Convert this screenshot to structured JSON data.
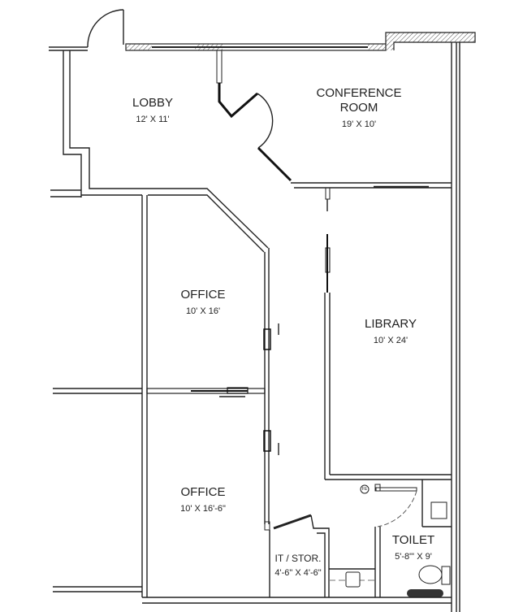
{
  "rooms": [
    {
      "name": "LOBBY",
      "size": "12' X 11'"
    },
    {
      "name": "CONFERENCE\nROOM",
      "size": "19' X 10'"
    },
    {
      "name": "OFFICE",
      "size": "10' X 16'"
    },
    {
      "name": "LIBRARY",
      "size": "10' X 24'"
    },
    {
      "name": "OFFICE",
      "size": "10' X 16'-6\""
    },
    {
      "name": "IT / STOR.",
      "size": "4'-6\" X 4'-6\""
    },
    {
      "name": "TOILET",
      "size": "5'-8\"' X 9'"
    }
  ],
  "symbols": {
    "fire_extinguisher": "FE"
  },
  "colors": {
    "wall": "#222222",
    "background": "#ffffff"
  }
}
